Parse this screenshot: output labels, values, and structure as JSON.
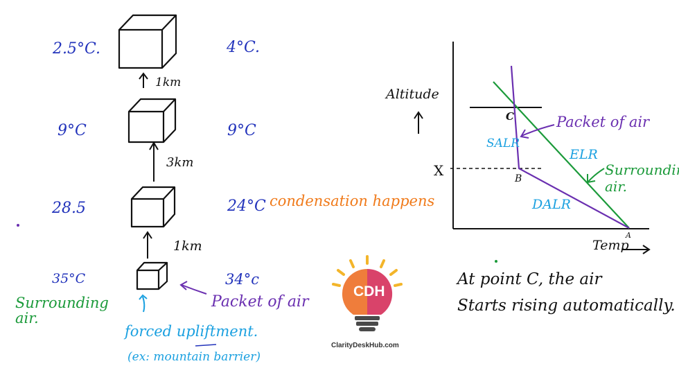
{
  "left_column": {
    "rows": [
      {
        "left": "2.5°C.",
        "right": "4°C."
      },
      {
        "left": "9°C",
        "right": "9°C"
      },
      {
        "left": "28.5",
        "right": "24°C"
      },
      {
        "left": "35°C",
        "right": "34°c"
      }
    ],
    "heights": [
      "1km",
      "3km",
      "1km"
    ],
    "condensation_note": "condensation happens",
    "surrounding_air": "Surrounding air.",
    "packet_of_air": "Packet of air",
    "forced_upliftment": "forced upliftment.",
    "forced_example": "(ex: mountain barrier)"
  },
  "graph": {
    "y_label": "Altitude",
    "x_label": "Temp",
    "point_c": "C",
    "point_b": "B",
    "point_a": "A",
    "x_marker": "X",
    "salr": "SALR",
    "dalr": "DALR",
    "elr": "ELR",
    "packet_of_air": "Packet of air",
    "surrounding_air": "Surrounding air."
  },
  "logo": {
    "initials": "CDH",
    "site": "ClarityDeskHub.com",
    "colors": {
      "left_half": "#ef7d3b",
      "right_half": "#d9436a",
      "rays": "#f3b52a",
      "base": "#4a4a4a"
    }
  },
  "note": {
    "line1": "At point C, the air",
    "line2": "Starts rising automatically."
  },
  "colors": {
    "ink_blue": "#2233bb",
    "orange": "#f07a1a",
    "purple": "#6a2fb0",
    "green": "#1b9a3a",
    "light_blue": "#1aa0e0"
  }
}
